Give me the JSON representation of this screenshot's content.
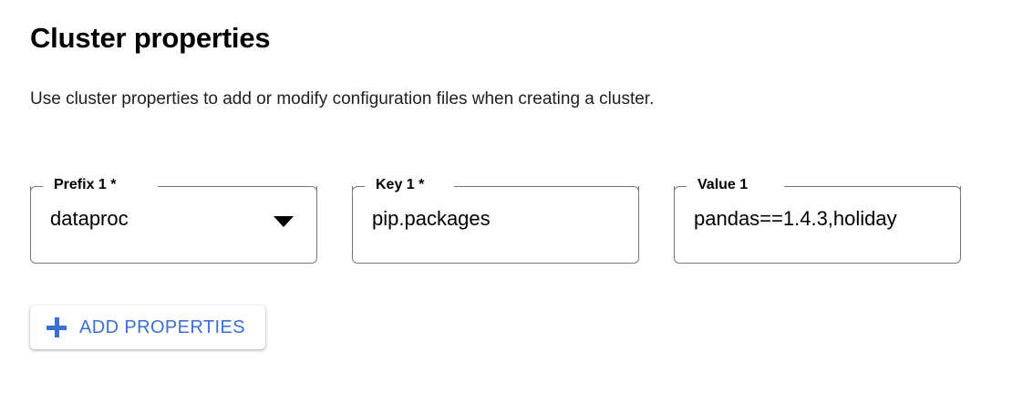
{
  "header": {
    "title": "Cluster properties",
    "description": "Use cluster properties to add or modify configuration files when creating a cluster."
  },
  "colors": {
    "accent_blue": "#3b6fd4",
    "field_border": "#78797c",
    "text": "#000000",
    "background": "#ffffff"
  },
  "properties_row": {
    "prefix_field": {
      "label": "Prefix 1 *",
      "value": "dataproc",
      "type": "select",
      "dropdown_icon": "chevron-down-icon"
    },
    "key_field": {
      "label": "Key 1 *",
      "value": "pip.packages",
      "type": "text"
    },
    "value_field": {
      "label": "Value 1",
      "value": "pandas==1.4.3,holiday",
      "type": "text"
    }
  },
  "actions": {
    "add_properties": {
      "label": "ADD PROPERTIES",
      "icon": "plus-icon"
    }
  }
}
